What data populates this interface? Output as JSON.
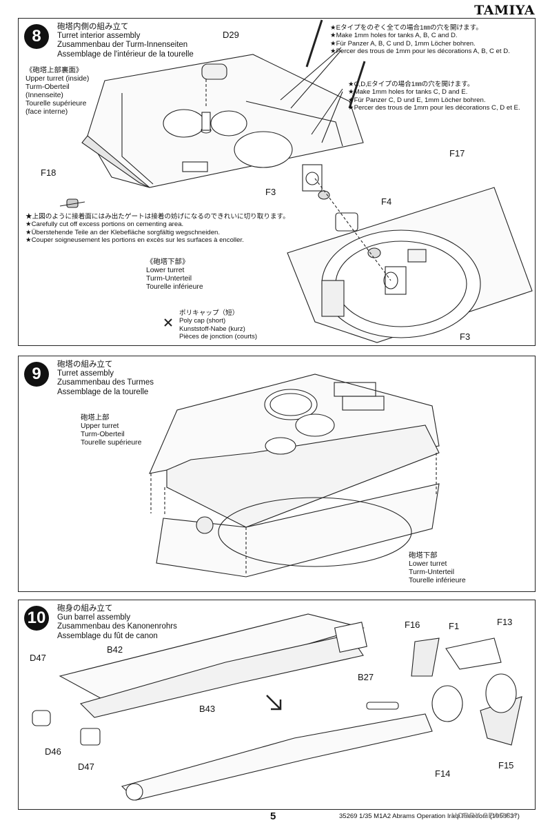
{
  "brand": "TAMIYA",
  "step8": {
    "number": "8",
    "title": [
      "砲塔内側の組み立て",
      "Turret interior assembly",
      "Zusammenbau der Turm-Innenseiten",
      "Assemblage de l'intérieur de la tourelle"
    ],
    "upper_label": [
      "《砲塔上部裏面》",
      "Upper turret (inside)",
      "Turm-Oberteil",
      "(Innenseite)",
      "Tourelle supérieure",
      "(face interne)"
    ],
    "note_e": [
      "★Eタイプをのぞく全ての場合1㎜の穴を開けます。",
      "★Make 1mm holes for tanks A, B, C and D.",
      "★Für Panzer A, B, C und D, 1mm Löcher bohren.",
      "★Percer des trous de 1mm pour les décorations A, B, C et D."
    ],
    "note_cde": [
      "★C,D,Eタイプの場合1㎜の穴を開けます。",
      "★Make 1mm holes for tanks C, D and E.",
      "★Für Panzer C, D und E, 1mm Löcher bohren.",
      "★Percer des trous de 1mm pour les décorations C, D et E."
    ],
    "note_gate": [
      "★上図のように接着面にはみ出たゲートは接着の妨げになるのできれいに切り取ります。",
      "★Carefully cut off excess portions on cementing area.",
      "★Überstehende Teile an der Klebefläche sorgfältig wegschneiden.",
      "★Couper soigneusement les portions en excès sur les surfaces à encoller."
    ],
    "lower_label": [
      "《砲塔下部》",
      "Lower turret",
      "Turm-Unterteil",
      "Tourelle inférieure"
    ],
    "polycap": [
      "ポリキャップ（短）",
      "Poly cap (short)",
      "Kunststoff-Nabe (kurz)",
      "Pièces de jonction (courts)"
    ],
    "parts": {
      "d29": "D29",
      "f18": "F18",
      "f17": "F17",
      "f3a": "F3",
      "f4": "F4",
      "f3b": "F3"
    }
  },
  "step9": {
    "number": "9",
    "title": [
      "砲塔の組み立て",
      "Turret assembly",
      "Zusammenbau des Turmes",
      "Assemblage de la tourelle"
    ],
    "upper": [
      "砲塔上部",
      "Upper turret",
      "Turm-Oberteil",
      "Tourelle supérieure"
    ],
    "lower": [
      "砲塔下部",
      "Lower turret",
      "Turm-Unterteil",
      "Tourelle inférieure"
    ]
  },
  "step10": {
    "number": "10",
    "title": [
      "砲身の組み立て",
      "Gun barrel assembly",
      "Zusammenbau des Kanonenrohrs",
      "Assemblage du fût de canon"
    ],
    "parts": {
      "d47a": "D47",
      "b42": "B42",
      "b43": "B43",
      "d46": "D46",
      "d47b": "D47",
      "f16": "F16",
      "f1": "F1",
      "f13": "F13",
      "b27": "B27",
      "f14": "F14",
      "f15": "F15"
    }
  },
  "footer": {
    "page": "5",
    "kit": "35269  1/35 M1A2 Abrams Operation Iraqi Freedom  (1053637)",
    "watermark": "HOBBY SEARCH"
  }
}
